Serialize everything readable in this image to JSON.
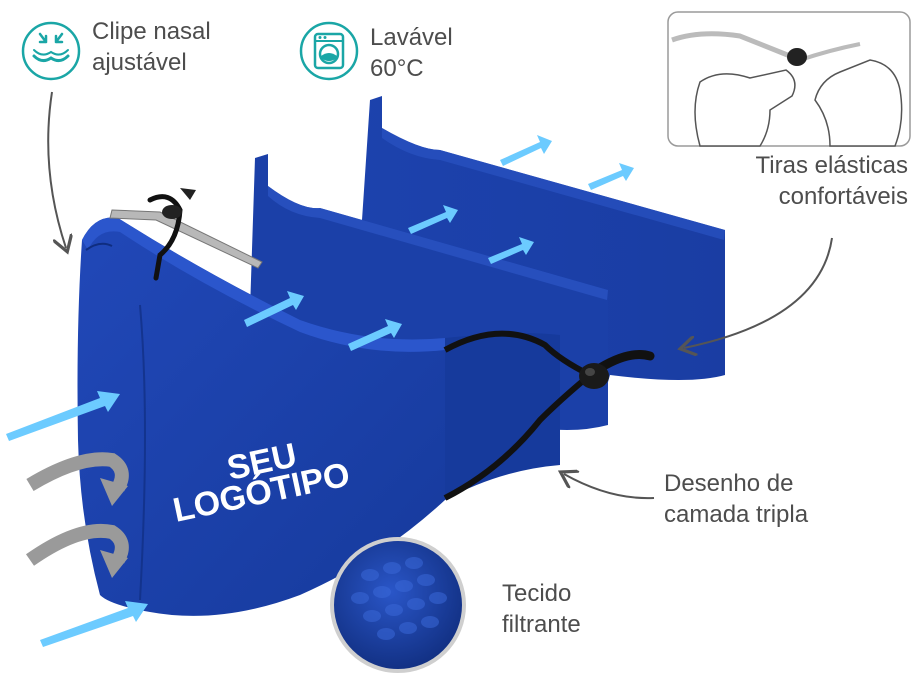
{
  "callouts": {
    "nose_clip": {
      "line1": "Clipe nasal",
      "line2": "ajustável",
      "icon": "nose-clip-icon"
    },
    "washable": {
      "line1": "Lavável",
      "line2": "60°C",
      "icon": "washing-machine-icon"
    },
    "straps": {
      "line1": "Tiras elásticas",
      "line2": "confortáveis"
    },
    "triple_layer": {
      "line1": "Desenho de",
      "line2": "camada tripla"
    },
    "fabric": {
      "line1": "Tecido",
      "line2": "filtrante"
    }
  },
  "mask": {
    "logo_line1": "SEU",
    "logo_line2": "LOGÓTIPO"
  },
  "colors": {
    "mask_blue": "#1a3fa8",
    "teal": "#1aa6a6",
    "airflow": "#6ccbff",
    "exhale": "#9a9a9a",
    "text": "#4d4d4d"
  }
}
